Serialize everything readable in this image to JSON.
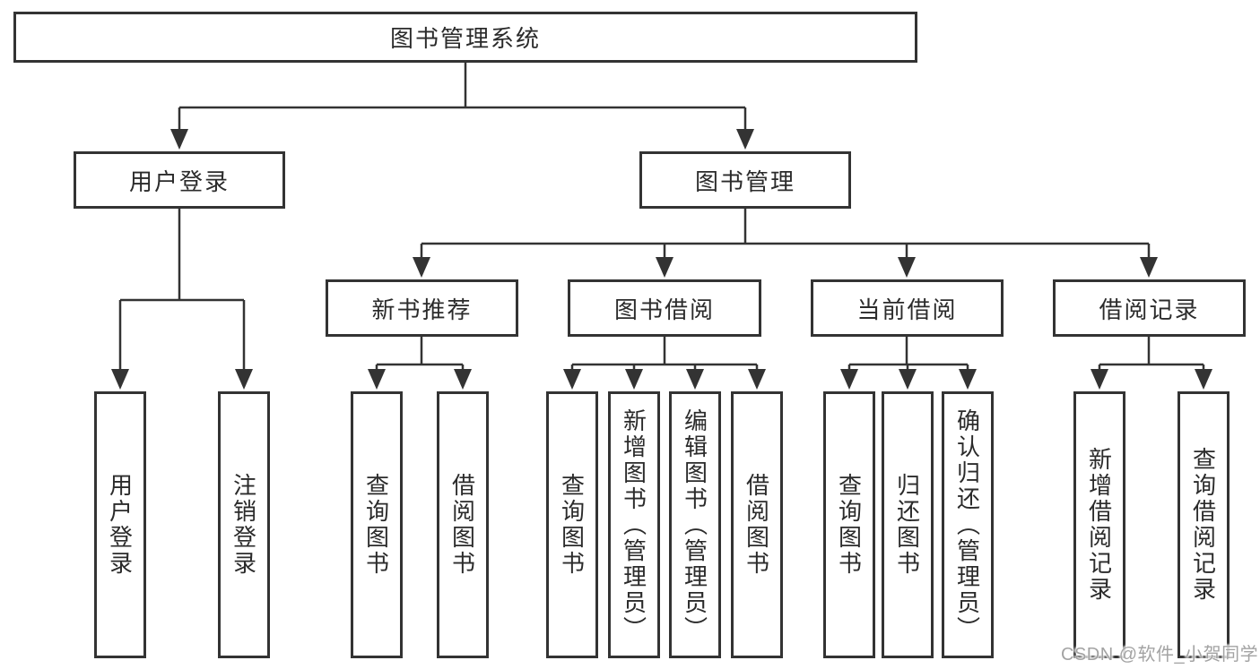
{
  "diagram": {
    "root": {
      "label": "图书管理系统"
    },
    "level1": {
      "user_login": {
        "label": "用户登录"
      },
      "book_mgmt": {
        "label": "图书管理"
      }
    },
    "level2": {
      "new_book_rec": {
        "label": "新书推荐"
      },
      "book_borrow": {
        "label": "图书借阅"
      },
      "current_borrow": {
        "label": "当前借阅"
      },
      "borrow_record": {
        "label": "借阅记录"
      }
    },
    "leaves": {
      "user_login": {
        "label": "用户登录"
      },
      "logout": {
        "label": "注销登录"
      },
      "rec_query_book": {
        "label": "查询图书"
      },
      "rec_borrow_book": {
        "label": "借阅图书"
      },
      "borrow_query_book": {
        "label": "查询图书"
      },
      "borrow_add_book": {
        "label": "新增图书（管理员）"
      },
      "borrow_edit_book": {
        "label": "编辑图书（管理员）"
      },
      "borrow_borrow_book": {
        "label": "借阅图书"
      },
      "current_query_book": {
        "label": "查询图书"
      },
      "current_return_book": {
        "label": "归还图书"
      },
      "current_confirm_return": {
        "label": "确认归还（管理员）"
      },
      "record_add": {
        "label": "新增借阅记录"
      },
      "record_query": {
        "label": "查询借阅记录"
      }
    }
  },
  "watermark": {
    "text": "CSDN @软件_小贺同学"
  },
  "colors": {
    "line": "#333333",
    "text": "#2b2b2b",
    "box_background": "#ffffff",
    "watermark": "#a3a3a3",
    "background": "#ffffff"
  }
}
